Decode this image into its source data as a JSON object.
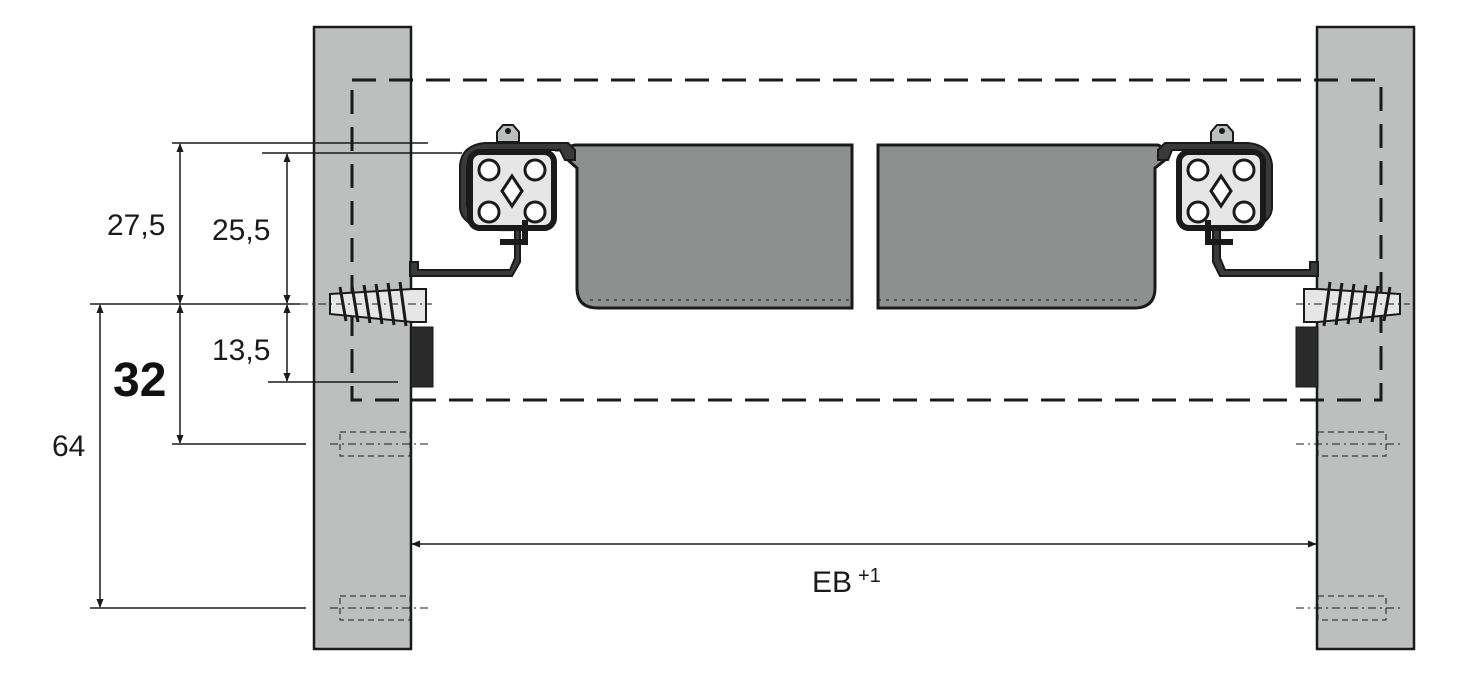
{
  "diagram": {
    "dimensions": {
      "d27_5": "27,5",
      "d25_5": "25,5",
      "d13_5": "13,5",
      "d32": "32",
      "d64": "64",
      "eb": "EB",
      "eb_tolerance": "+1"
    }
  },
  "colors": {
    "panel": "#bdbebe",
    "drawer": "#8e8f8f",
    "line": "#1a1a1a",
    "runner": "#3a3a3a"
  }
}
